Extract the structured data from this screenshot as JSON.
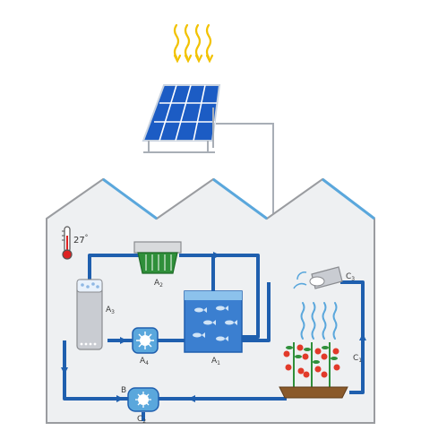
{
  "temperature": {
    "value": "27",
    "unit": "°"
  },
  "labels": {
    "a2": {
      "main": "A",
      "sub": "2"
    },
    "a3": {
      "main": "A",
      "sub": "3"
    },
    "a4": {
      "main": "A",
      "sub": "4"
    },
    "a1": {
      "main": "A",
      "sub": "1"
    },
    "c1": {
      "main": "C",
      "sub": "1"
    },
    "c2": {
      "main": "C",
      "sub": "2"
    },
    "c3": {
      "main": "C",
      "sub": "3"
    },
    "b": {
      "main": "B"
    }
  },
  "colors": {
    "pipe": "#1f5fae",
    "roof_glass": "#5aa7dc",
    "building_fill": "#eef0f2",
    "building_stroke": "#9a9ca0",
    "solar_panel": "#1c5cc4",
    "sun_rays": "#f2c200",
    "water": "#3b7fd0",
    "plant_leaf": "#2f8f3a",
    "tomato": "#e23a2a",
    "soil": "#8a5a2b"
  },
  "icons": [
    "sun-rays-icon",
    "solar-panel-icon",
    "thermometer-icon",
    "fish-tank-icon",
    "filter-tower-icon",
    "uv-sterilizer-icon",
    "pump-icon",
    "settler-tank-icon",
    "mist-nozzle-icon",
    "tomato-plants-icon"
  ]
}
